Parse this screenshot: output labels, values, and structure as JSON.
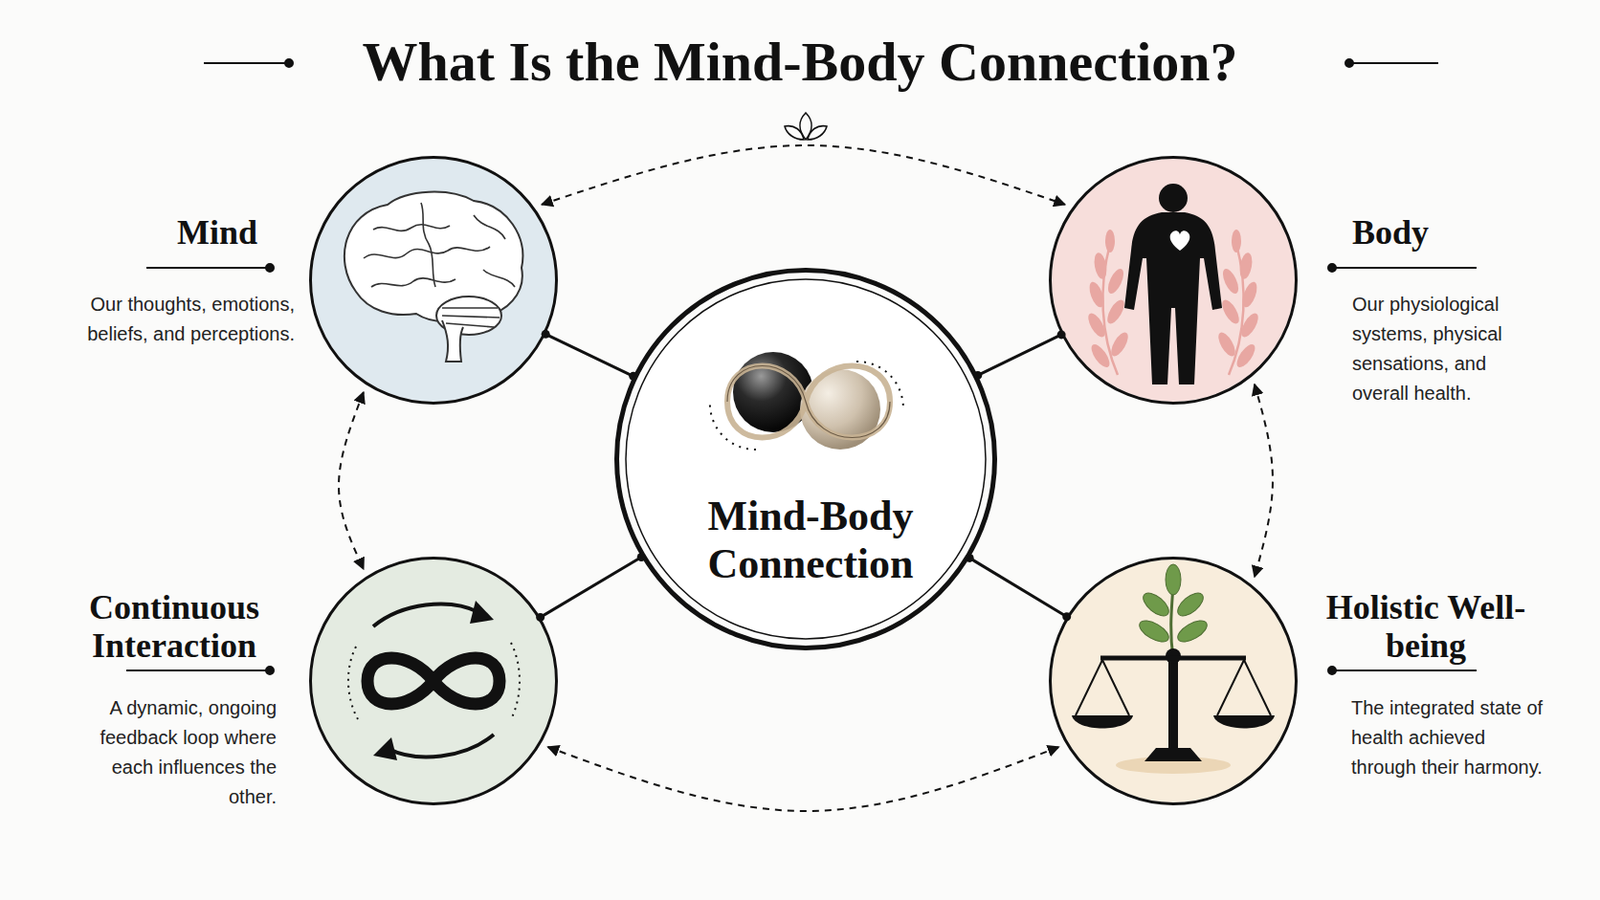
{
  "diagram": {
    "title": "What Is the Mind-Body Connection?",
    "nodes": [
      {
        "text": [
          "Mind",
          "Our thoughts, emotions, beliefs, and perceptions."
        ]
      },
      {
        "text": [
          "Body",
          "Our physiological systems, physical sensations, and overall health."
        ]
      },
      {
        "text": [
          "Mind-Body Connection"
        ]
      },
      {
        "text": [
          "Continuous Interaction",
          "A dynamic, ongoing feedback loop where each influences the other."
        ]
      },
      {
        "text": [
          "Holistic Well-being",
          "The integrated state of health achieved through their harmony."
        ]
      }
    ],
    "edges": [
      {
        "from": 0,
        "to": 1,
        "arrow": "both"
      },
      {
        "from": 2,
        "to": 0,
        "arrow": "none"
      },
      {
        "from": 2,
        "to": 1,
        "arrow": "none"
      },
      {
        "from": 2,
        "to": 3,
        "arrow": "none"
      },
      {
        "from": 2,
        "to": 4,
        "arrow": "none"
      },
      {
        "from": 0,
        "to": 3,
        "arrow": "both"
      },
      {
        "from": 1,
        "to": 4,
        "arrow": "both"
      },
      {
        "from": 3,
        "to": 4,
        "arrow": "both"
      }
    ]
  }
}
